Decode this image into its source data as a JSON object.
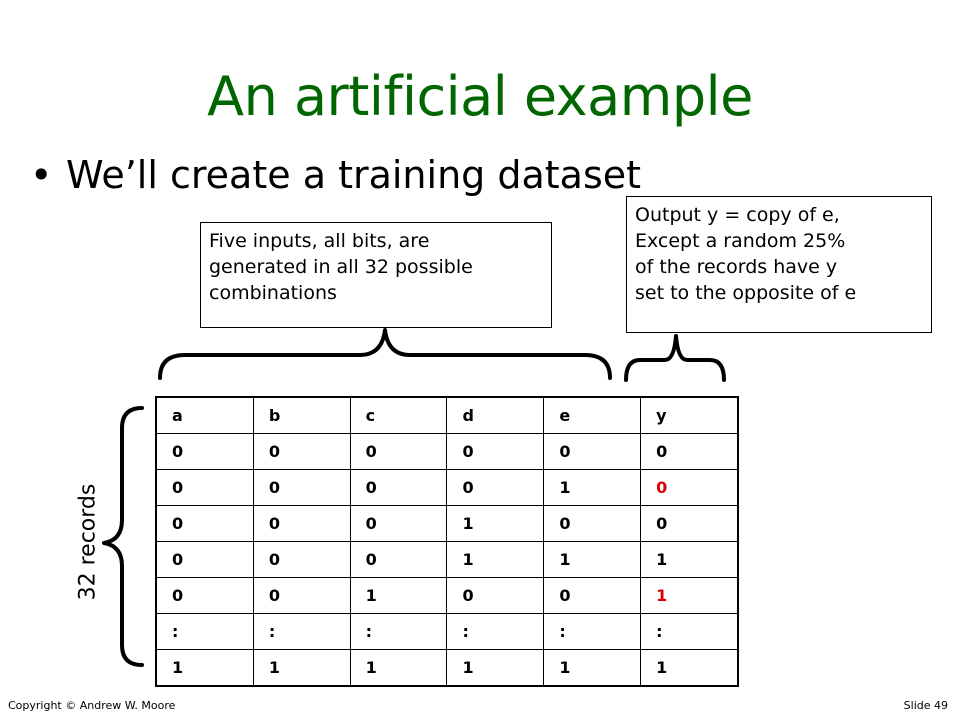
{
  "slide": {
    "title": "An artificial example",
    "bullet": "We’ll create a training dataset",
    "bullet_marker": "•"
  },
  "callouts": {
    "inputs": [
      "Five inputs, all bits, are",
      "generated in all 32 possible",
      "combinations"
    ],
    "output": [
      "Output y = copy of e,",
      "Except a random 25%",
      "of the records have y",
      "set to the opposite of e"
    ]
  },
  "records_label": "32 records",
  "table": {
    "headers": [
      "a",
      "b",
      "c",
      "d",
      "e",
      "y"
    ],
    "rows": [
      [
        "0",
        "0",
        "0",
        "0",
        "0",
        "0"
      ],
      [
        "0",
        "0",
        "0",
        "0",
        "1",
        "0"
      ],
      [
        "0",
        "0",
        "0",
        "1",
        "0",
        "0"
      ],
      [
        "0",
        "0",
        "0",
        "1",
        "1",
        "1"
      ],
      [
        "0",
        "0",
        "1",
        "0",
        "0",
        "1"
      ],
      [
        ":",
        ":",
        ":",
        ":",
        ":",
        ":"
      ],
      [
        "1",
        "1",
        "1",
        "1",
        "1",
        "1"
      ]
    ],
    "highlight_color": "#dd0000",
    "highlighted_cells": [
      [
        1,
        5
      ],
      [
        4,
        5
      ]
    ]
  },
  "footer": {
    "copyright": "Copyright © Andrew W. Moore",
    "slide_number": "Slide 49"
  },
  "colors": {
    "title": "#006600"
  }
}
